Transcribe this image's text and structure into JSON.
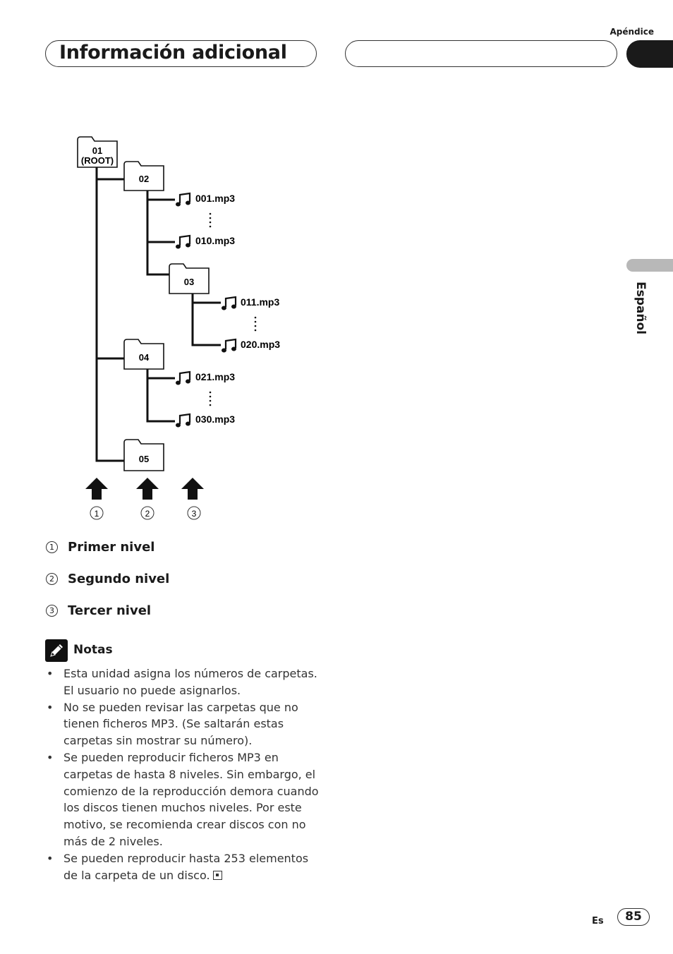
{
  "header": {
    "section_label": "Apéndice",
    "title": "Información adicional"
  },
  "side_tab": {
    "language": "Español"
  },
  "diagram": {
    "root_folder": {
      "number": "01",
      "label": "(ROOT)"
    },
    "folders": [
      "02",
      "03",
      "04",
      "05"
    ],
    "files": [
      "001.mp3",
      "010.mp3",
      "011.mp3",
      "020.mp3",
      "021.mp3",
      "030.mp3"
    ],
    "level_markers": [
      "1",
      "2",
      "3"
    ]
  },
  "levels": [
    {
      "marker": "1",
      "label": "Primer nivel"
    },
    {
      "marker": "2",
      "label": "Segundo nivel"
    },
    {
      "marker": "3",
      "label": "Tercer nivel"
    }
  ],
  "notes": {
    "title": "Notas",
    "items": [
      "Esta unidad asigna los números de carpetas. El usuario no puede asignarlos.",
      "No se pueden revisar las carpetas que no tienen ficheros MP3. (Se saltarán estas carpetas sin mostrar su número).",
      "Se pueden reproducir ficheros MP3 en carpetas de hasta 8 niveles. Sin embargo, el comienzo de la reproducción demora cuando los discos tienen muchos niveles. Por este motivo, se recomienda crear discos con no más de 2 niveles.",
      "Se pueden reproducir hasta 253 elementos de la carpeta de un disco."
    ]
  },
  "footer": {
    "language_code": "Es",
    "page_number": "85"
  }
}
